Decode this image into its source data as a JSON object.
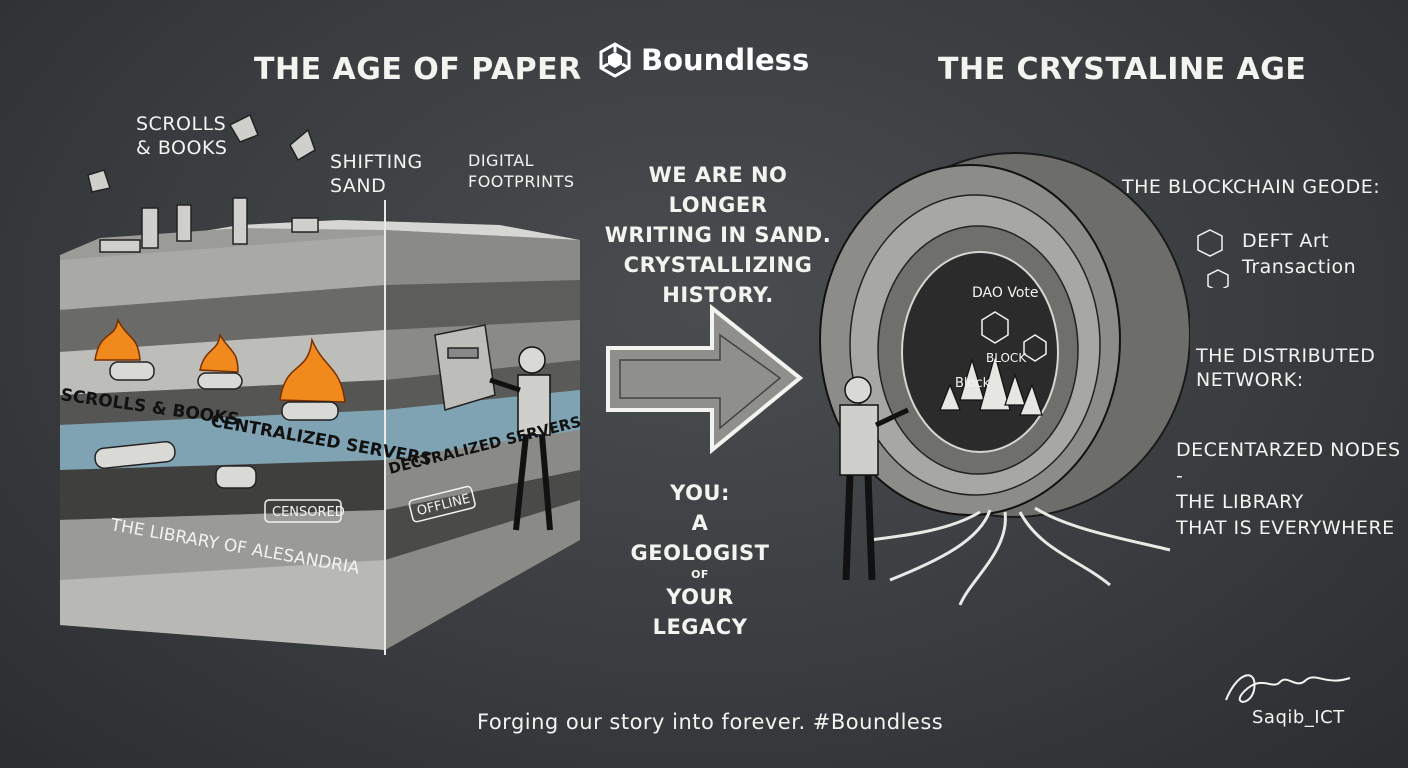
{
  "brand": {
    "name": "Boundless",
    "logo_icon": "boundless-cube-icon"
  },
  "left": {
    "title": "THE AGE OF PAPER",
    "labels": {
      "scrolls_books_top": [
        "SCROLLS",
        "& BOOKS"
      ],
      "shifting_sand": [
        "SHIFTING",
        "SAND"
      ],
      "digital_footprints": [
        "DIGITAL",
        "FOOTPRINTS"
      ],
      "scrolls_books_layer": "SCROLLS & BOOKS",
      "centralized_servers": "CENTRALIZED SERVERS",
      "decentralized_servers": "DECTRALIZED SERVERS",
      "censored": "CENSORED",
      "offline": "OFFLINE",
      "library": "THE LIBRARY OF ALESANDRIA"
    }
  },
  "middle": {
    "message": [
      "WE ARE NO LONGER",
      "WRITING IN SAND.",
      "CRYSTALLIZING HISTORY."
    ],
    "you_lines": [
      "YOU:",
      "A GEOLOGIST",
      "OF",
      "YOUR LEGACY"
    ]
  },
  "right": {
    "title": "THE CRYSTALINE AGE",
    "labels": {
      "blockchain_geode": "THE BLOCKCHAIN GEODE:",
      "defi_art": "DEFT Art",
      "transaction": "Transaction",
      "distributed_network": [
        "THE DISTRIBUTED",
        "NETWORK:"
      ],
      "decentralized_nodes": [
        "DECENTARZED NODES -",
        "THE LIBRARY",
        "THAT IS EVERYWHERE"
      ],
      "dao_vote": "DAO Vote",
      "block_upper": "BLOCK",
      "block_lower": "Block"
    }
  },
  "footer": {
    "tagline": "Forging our story into forever.  #Boundless",
    "signature": "Saqib_ICT"
  },
  "colors": {
    "background": "#3a3d40",
    "chalk": "#f3f3ef",
    "fire": "#f08a1c",
    "water": "#7fa3b3"
  }
}
